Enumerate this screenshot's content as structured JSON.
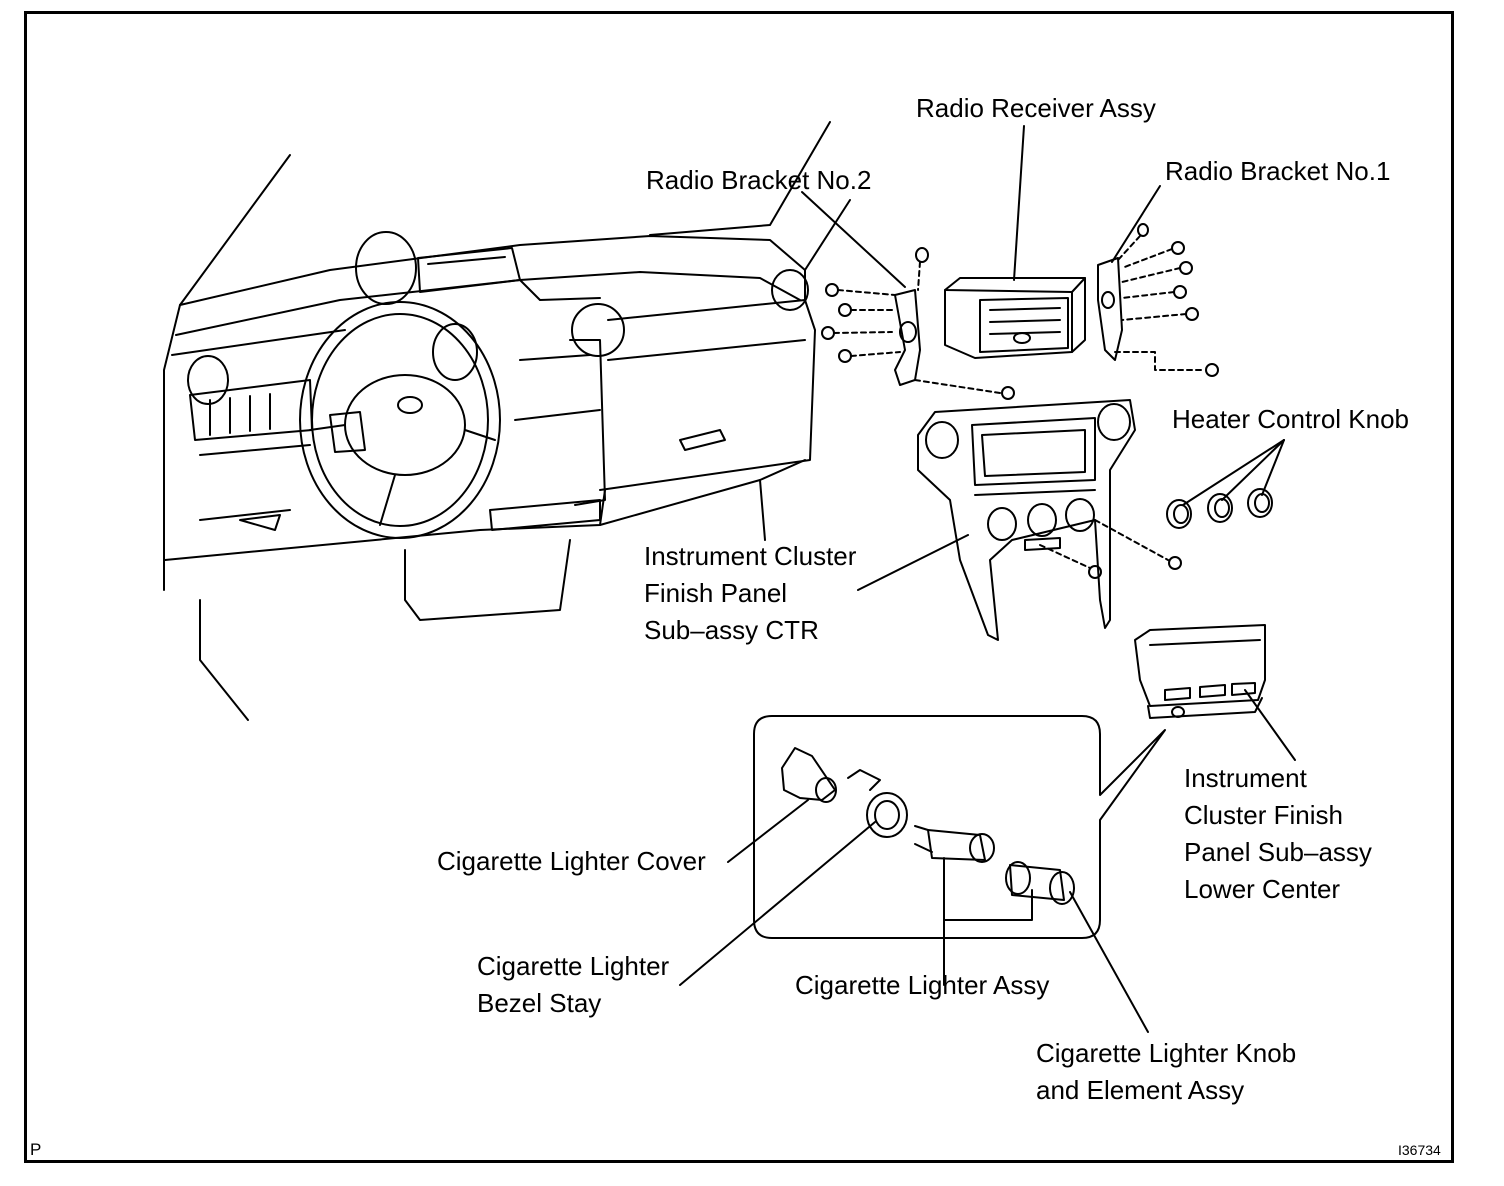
{
  "labels": {
    "radio_receiver": "Radio Receiver Assy",
    "radio_bracket_2": "Radio Bracket No.2",
    "radio_bracket_1": "Radio Bracket No.1",
    "heater_knob": "Heater Control Knob",
    "cluster_ctr_1": "Instrument Cluster",
    "cluster_ctr_2": "Finish Panel",
    "cluster_ctr_3": "Sub–assy CTR",
    "cluster_lower_1": "Instrument",
    "cluster_lower_2": "Cluster Finish",
    "cluster_lower_3": "Panel Sub–assy",
    "cluster_lower_4": "Lower Center",
    "lighter_cover": "Cigarette Lighter Cover",
    "bezel_stay_1": "Cigarette Lighter",
    "bezel_stay_2": "Bezel Stay",
    "lighter_assy": "Cigarette Lighter Assy",
    "knob_element_1": "Cigarette Lighter Knob",
    "knob_element_2": "and Element Assy"
  },
  "corner_left": "P",
  "figure_id": "I36734"
}
